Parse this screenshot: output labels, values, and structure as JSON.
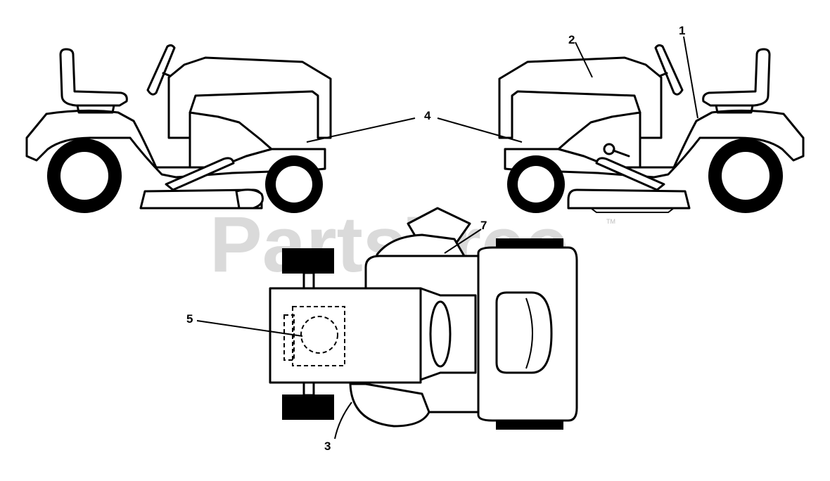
{
  "watermark": {
    "text": "PartsTree",
    "trademark": "TM",
    "color": "#bdbdbd"
  },
  "callouts": [
    {
      "id": "1",
      "label": "1"
    },
    {
      "id": "2",
      "label": "2"
    },
    {
      "id": "3",
      "label": "3"
    },
    {
      "id": "4",
      "label": "4"
    },
    {
      "id": "5",
      "label": "5"
    },
    {
      "id": "7",
      "label": "7"
    }
  ]
}
